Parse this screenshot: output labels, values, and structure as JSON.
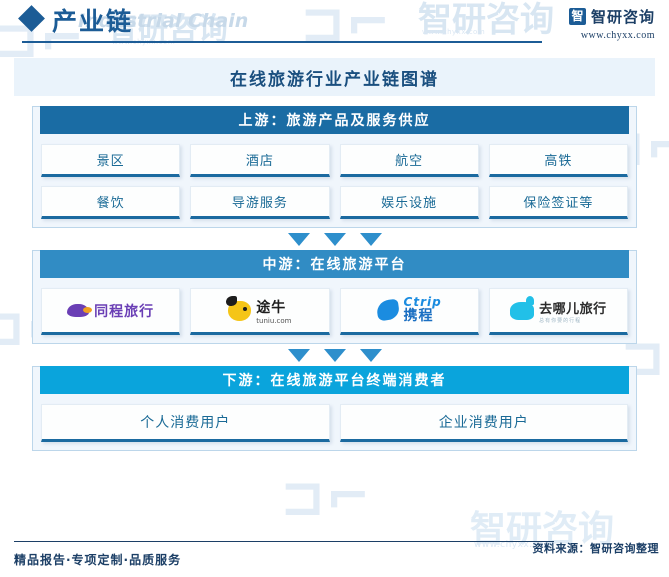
{
  "header": {
    "title": "产业链",
    "subtitle": "Industrial Chain",
    "diamond_icon": "diamond-icon",
    "brand_mark": "智",
    "brand_name": "智研咨询",
    "brand_url": "www.chyxx.com"
  },
  "chart_title": "在线旅游行业产业链图谱",
  "stages": {
    "upstream": {
      "banner": "上游：旅游产品及服务供应",
      "banner_color": "#1a6ca4",
      "row1": [
        "景区",
        "酒店",
        "航空",
        "高铁"
      ],
      "row2": [
        "餐饮",
        "导游服务",
        "娱乐设施",
        "保险签证等"
      ]
    },
    "midstream": {
      "banner": "中游：在线旅游平台",
      "banner_color": "#318cc4",
      "companies": [
        {
          "name": "同程旅行",
          "icon": "tongcheng-logo-icon",
          "sub": ""
        },
        {
          "name": "途牛",
          "icon": "tuniu-logo-icon",
          "sub": "tuniu.com"
        },
        {
          "name_en": "Ctrip",
          "name": "携程",
          "icon": "ctrip-logo-icon",
          "sub": ""
        },
        {
          "name": "去哪儿旅行",
          "icon": "qunar-logo-icon",
          "sub": "总有你要的行程"
        }
      ]
    },
    "downstream": {
      "banner": "下游：在线旅游平台终端消费者",
      "banner_color": "#0aa4dc",
      "items": [
        "个人消费用户",
        "企业消费用户"
      ]
    }
  },
  "arrows": {
    "count": 3,
    "color": "#2e8fcc",
    "icon": "triangle-down-icon"
  },
  "footer": {
    "left": "精品报告·专项定制·品质服务",
    "right": "资料来源：智研咨询整理"
  },
  "watermark": {
    "logo_text": "智研咨询",
    "mark_text": "卍",
    "sub_text": "www.chyxx.com"
  }
}
